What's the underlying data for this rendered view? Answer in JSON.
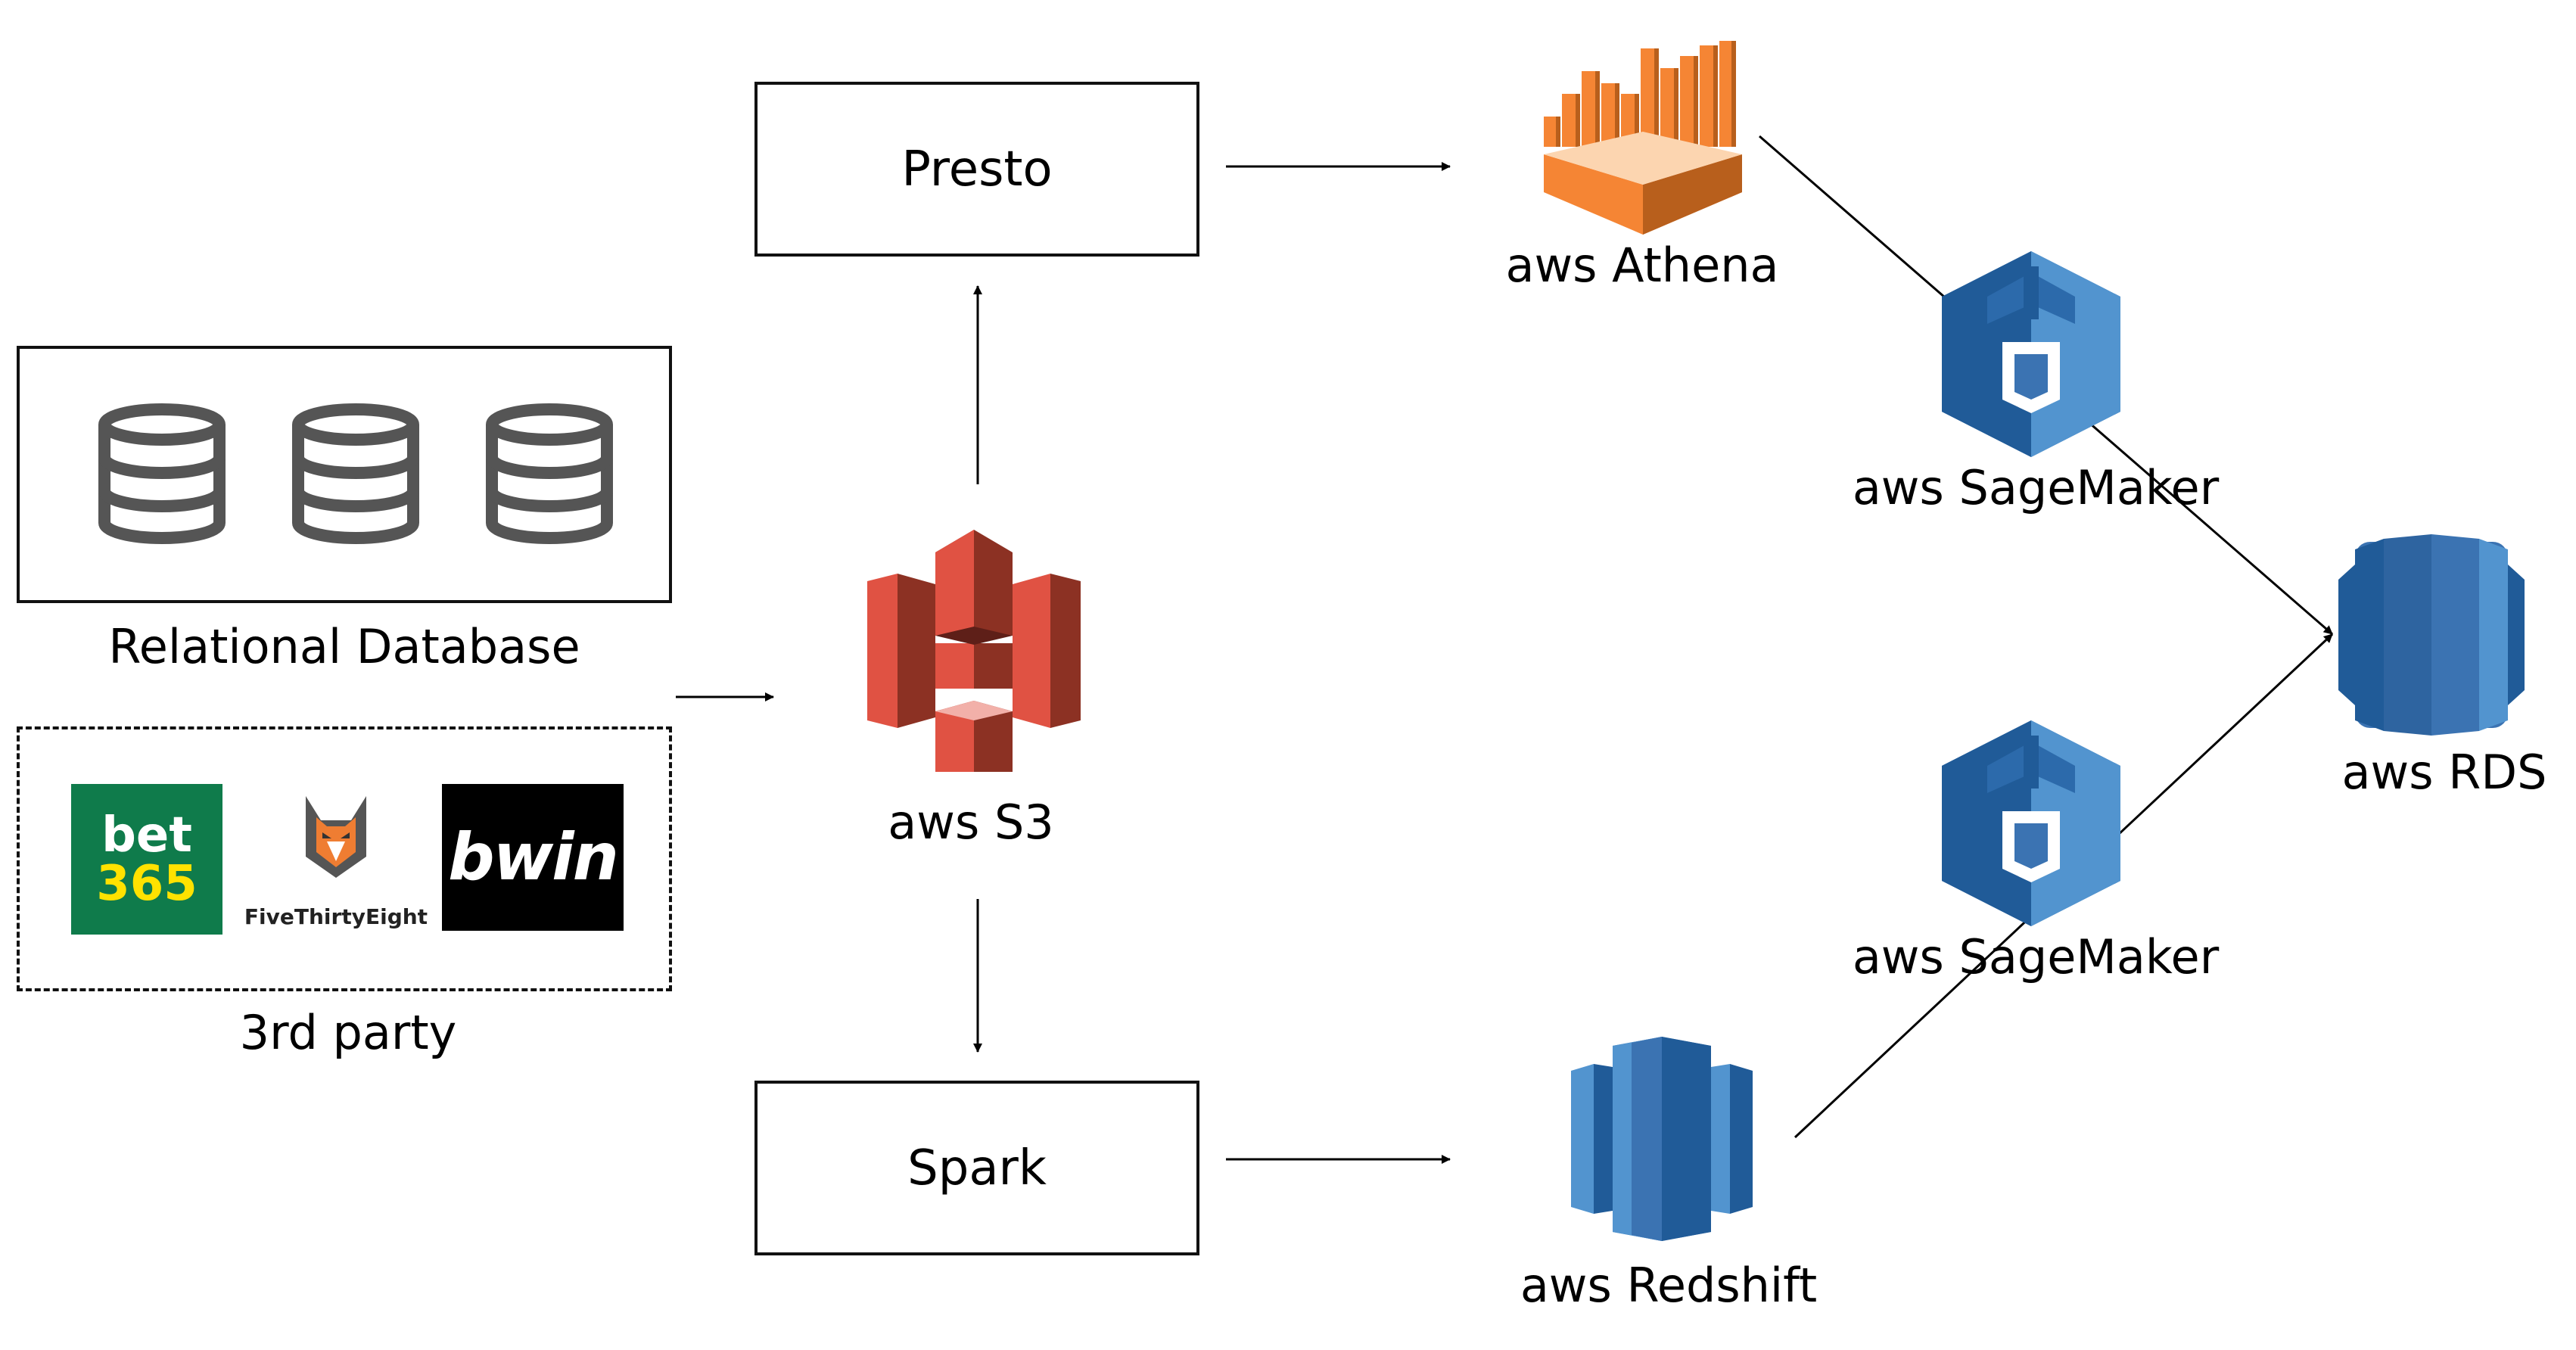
{
  "nodes": {
    "relational_database": {
      "label": "Relational Database",
      "icons": [
        "database-icon",
        "database-icon",
        "database-icon"
      ]
    },
    "third_party": {
      "label": "3rd party",
      "logos": {
        "bet365": {
          "line1": "bet",
          "line2": "365"
        },
        "fivethirtyeight": {
          "text": "FiveThirtyEight"
        },
        "bwin": {
          "text": "bwin"
        }
      }
    },
    "s3": {
      "label": "aws S3",
      "icon": "aws-s3-icon"
    },
    "presto": {
      "label": "Presto"
    },
    "spark": {
      "label": "Spark"
    },
    "athena": {
      "label": "aws Athena",
      "icon": "aws-athena-icon"
    },
    "redshift": {
      "label": "aws Redshift",
      "icon": "aws-redshift-icon"
    },
    "sagemaker_top": {
      "label": "aws SageMaker",
      "icon": "aws-sagemaker-icon"
    },
    "sagemaker_bottom": {
      "label": "aws SageMaker",
      "icon": "aws-sagemaker-icon"
    },
    "rds": {
      "label": "aws RDS",
      "icon": "aws-rds-icon"
    }
  },
  "edges": [
    {
      "from": "sources",
      "to": "s3"
    },
    {
      "from": "s3",
      "to": "presto"
    },
    {
      "from": "s3",
      "to": "spark"
    },
    {
      "from": "presto",
      "to": "athena"
    },
    {
      "from": "spark",
      "to": "redshift"
    },
    {
      "from": "athena",
      "to": "rds"
    },
    {
      "from": "redshift",
      "to": "rds"
    }
  ],
  "colors": {
    "s3_light": "#e05243",
    "s3_dark": "#8c3123",
    "athena_light": "#f58534",
    "athena_dark": "#b85f1c",
    "aws_blue_light": "#5294cf",
    "aws_blue_mid": "#3b73b2",
    "aws_blue_dark": "#205b98",
    "db_icon_gray": "#555555",
    "bet365_green": "#0f7b4b",
    "bet365_yellow": "#ffe200"
  }
}
